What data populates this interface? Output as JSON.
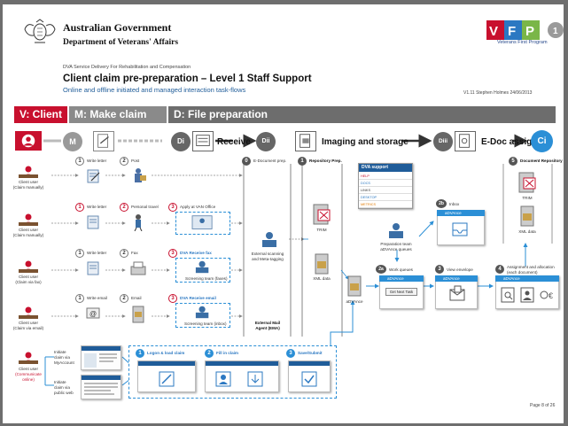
{
  "header": {
    "gov_name": "Australian Government",
    "department": "Department of Veterans' Affairs",
    "vfp_caption": "Veterans First Program",
    "vfp_letters": "VFP",
    "pre_title": "DVA Service Delivery For Rehabilitation and Compensation",
    "title": "Client claim pre-preparation – Level 1 Staff Support",
    "subtitle": "Online and offline initiated and managed interaction task-flows",
    "version": "V1.11 Stephen Holmes 24/06/2013"
  },
  "phases": {
    "client": "V: Client",
    "make_claim": "M: Make claim",
    "file_prep": "D: File preparation"
  },
  "flow": {
    "m": "M",
    "di": "Di",
    "dii": "Dii",
    "diii": "Diii",
    "ci": "Ci",
    "receive": "Receive",
    "imaging": "Imaging and storage",
    "edoc": "E-Doc assign"
  },
  "lanes": [
    {
      "client": "Client user",
      "client2": "(Claim manually)",
      "step1": "Write letter",
      "step2": "Post"
    },
    {
      "client": "Client user",
      "client2": "(Claim manually)",
      "step1": "Write letter",
      "step2": "Personal travel",
      "step3": "Apply at VAN Office"
    },
    {
      "client": "Client user",
      "client2": "(Claim via fax)",
      "step1": "Write letter",
      "step2": "Fax",
      "step3": "DVA Receive fax",
      "team": "Screening team (faxes)"
    },
    {
      "client": "Client user",
      "client2": "(Claim via email)",
      "step1": "Write email",
      "step2": "Email",
      "step3": "DVA Receive email",
      "team": "Screening team (inbox)"
    }
  ],
  "online": {
    "client": "Client user",
    "client2": "(Communicate",
    "client3": "online)",
    "init1a": "Initiate",
    "init1b": "claim via",
    "init1c": "MyAccount",
    "init2a": "Initiate",
    "init2b": "claim via",
    "init2c": "public web",
    "s1": "Logon & load claim",
    "s2": "Fill in claim",
    "s3": "Save/Submit"
  },
  "edoc": {
    "n0": "0",
    "label": "E-Document prep.",
    "scan1": "External scanning",
    "scan2": "and Meta-tagging",
    "mail1": "External Mail",
    "mail2": "Agent (EMA)"
  },
  "repo": {
    "n1": "1",
    "label": "Repository Prep.",
    "trim": "TRIM",
    "xml": "XML data",
    "advance": "aDVAnce"
  },
  "dva_support": {
    "title": "DVA support",
    "rows": [
      "HELP",
      "DOCS",
      "LINKS",
      "DESKTOP",
      "METRICS"
    ]
  },
  "right": {
    "inbox_num": "2b",
    "inbox": "Inbox",
    "prep1": "Preparation team",
    "prep2": "aDVAnce queues",
    "wq_num": "2a",
    "wq": "Work queues",
    "get_next": "Get Next Task",
    "view_num": "3",
    "view": "View envelope",
    "assign_num": "4",
    "assign": "Assignment and allocation",
    "assign_sub": "(each document)",
    "docrepo_num": "5",
    "docrepo": "Document Repository",
    "trim": "TRIM",
    "xml": "XML data",
    "advance": "aDVAnce"
  },
  "footer": {
    "page": "Page 8 of 26"
  },
  "colors": {
    "brand_red": "#c8102e",
    "accent_blue": "#2b8fd6",
    "dark_grey": "#6d6d6d",
    "navy": "#1f5c99"
  }
}
